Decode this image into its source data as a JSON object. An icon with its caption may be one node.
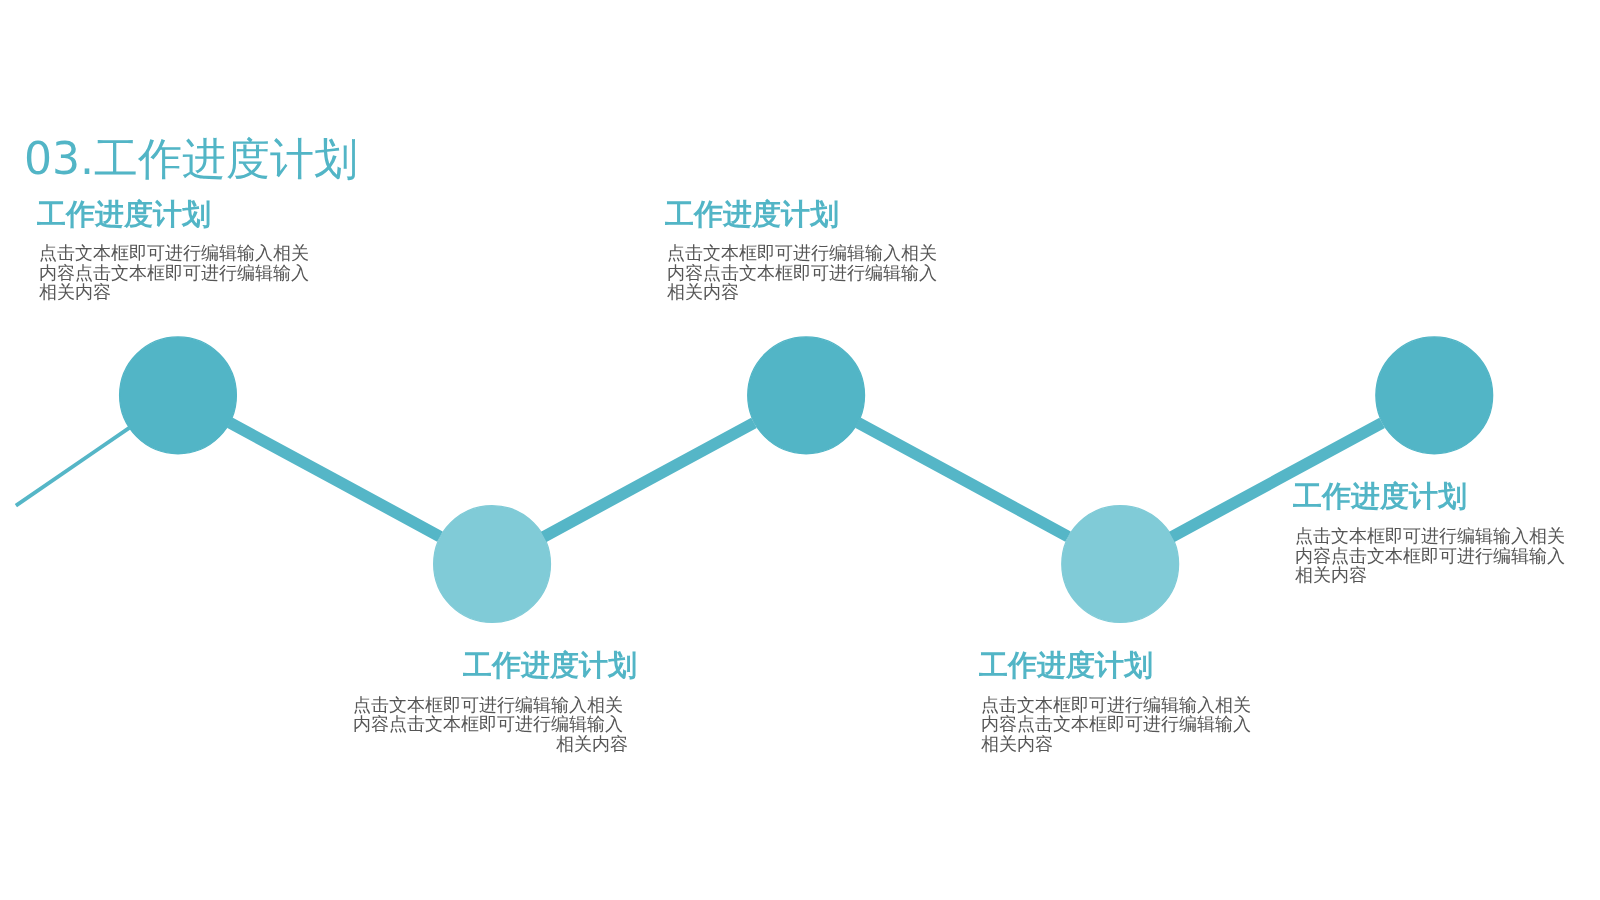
{
  "diagram": {
    "title": "03.工作进度计划",
    "nodes": [
      {
        "text": [],
        "shape": "circle",
        "beside": [
          "工作进度计划",
          "点击文本框即可进行编辑输入相关内容点击文本框即可进行编辑输入相关内容"
        ]
      },
      {
        "text": [],
        "shape": "circle",
        "beside": [
          "工作进度计划",
          "点击文本框即可进行编辑输入相关内容点击文本框即可进行编辑输入相关内容"
        ]
      },
      {
        "text": [],
        "shape": "circle",
        "beside": [
          "工作进度计划",
          "点击文本框即可进行编辑输入相关内容点击文本框即可进行编辑输入相关内容"
        ]
      },
      {
        "text": [],
        "shape": "circle",
        "beside": [
          "工作进度计划",
          "点击文本框即可进行编辑输入相关内容点击文本框即可进行编辑输入相关内容"
        ]
      },
      {
        "text": [],
        "shape": "circle",
        "beside": [
          "工作进度计划",
          "点击文本框即可进行编辑输入相关内容点击文本框即可进行编辑输入相关内容"
        ]
      }
    ],
    "edges": [
      {
        "from": null,
        "to": 0,
        "arrow": "none"
      },
      {
        "from": 0,
        "to": 1,
        "arrow": "none"
      },
      {
        "from": 1,
        "to": 2,
        "arrow": "none"
      },
      {
        "from": 2,
        "to": 3,
        "arrow": "none"
      },
      {
        "from": 3,
        "to": 4,
        "arrow": "none"
      }
    ]
  }
}
